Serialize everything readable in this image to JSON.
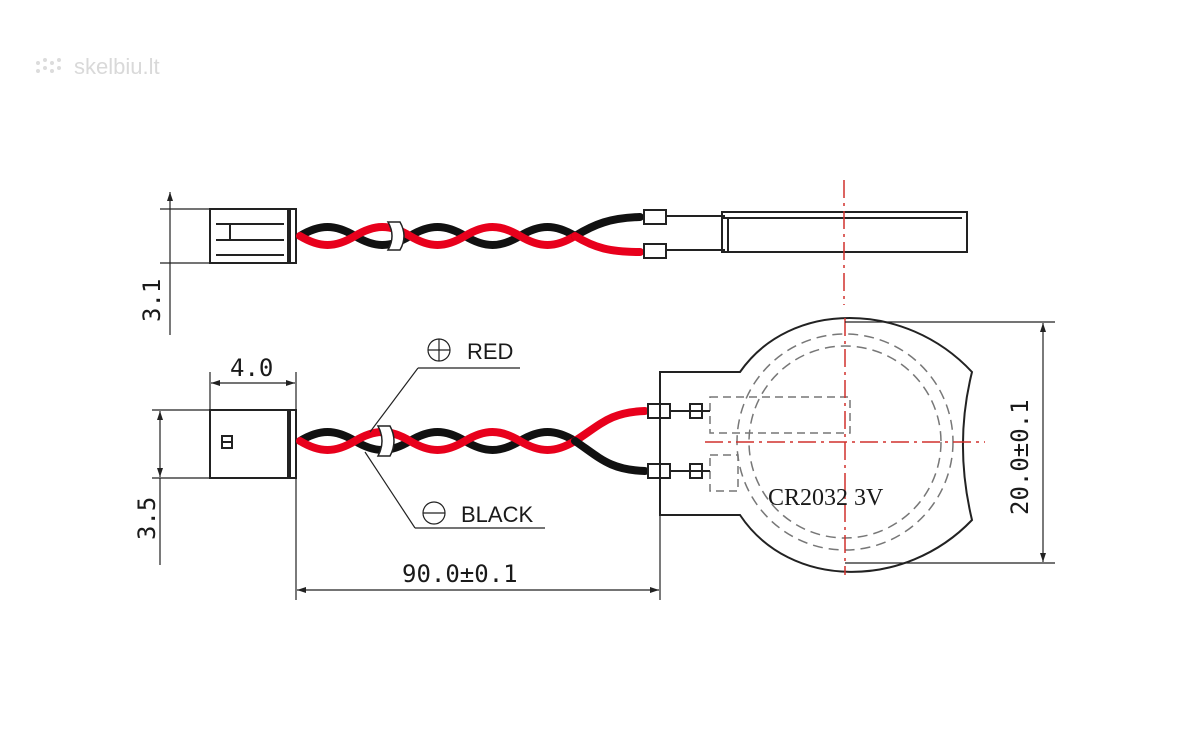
{
  "watermark": "skelbiu.lt",
  "labels": {
    "red": "RED",
    "black": "BLACK",
    "battery": "CR2032 3V"
  },
  "dimensions": {
    "side_height": "3.1",
    "connector_width": "4.0",
    "connector_height": "3.5",
    "cable_length": "90.0±0.1",
    "battery_diameter": "20.0±0.1"
  },
  "colors": {
    "wire_red": "#e8001c",
    "wire_black": "#111111",
    "line": "#222222",
    "centerline": "#d0312d"
  },
  "icons": {
    "positive": "plus-circle-icon",
    "negative": "minus-circle-icon",
    "watermark": "dots-logo-icon"
  }
}
